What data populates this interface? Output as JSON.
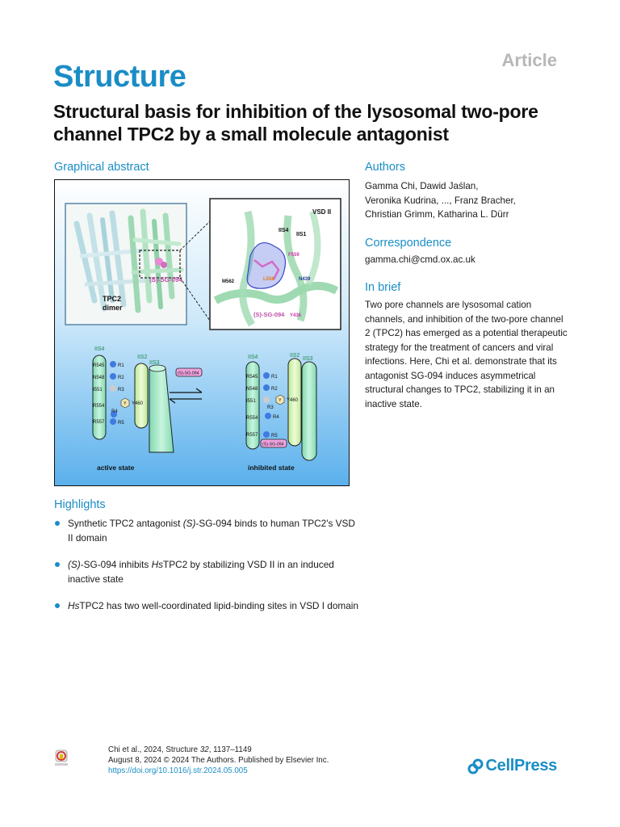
{
  "header": {
    "article_tag": "Article",
    "journal": "Structure",
    "title": "Structural basis for inhibition of the lysosomal two-pore channel TPC2 by a small molecule antagonist"
  },
  "graphical_abstract": {
    "heading": "Graphical abstract",
    "vsd_label": "VSD II",
    "iis4_top": "IIS4",
    "iis1_top": "IIS1",
    "f559": "F559",
    "n439": "N439",
    "m562": "M562",
    "y436": "Y436",
    "l558": "L558",
    "ligand_zoom": "(S)-SG-094",
    "ligand_dimer": "(S)-SG-094",
    "dimer_label_1": "TPC2",
    "dimer_label_2": "dimer",
    "active": {
      "iis4": "IIS4",
      "iis2": "IIS2",
      "iis3": "IIS3",
      "residues": [
        "R545",
        "N548",
        "I551",
        "R554",
        "R557"
      ],
      "rlabels": [
        "R1",
        "R2",
        "R3",
        "R4",
        "R5"
      ],
      "y": "Y",
      "y460": "Y460",
      "state": "active state"
    },
    "ligand_mid": "(S)-SG-094",
    "inhibited": {
      "iis4": "IIS4",
      "iis2": "IIS2",
      "iis3": "IIS3",
      "residues": [
        "R545",
        "N548",
        "I551",
        "R554",
        "R557"
      ],
      "rlabels": [
        "R1",
        "R2",
        "R3",
        "R4",
        "R5"
      ],
      "y": "Y",
      "y460": "Y460",
      "ligand": "(S)-SG-094",
      "state": "inhibited state"
    }
  },
  "authors": {
    "heading": "Authors",
    "line1": "Gamma Chi, Dawid Jaślan,",
    "line2": "Veronika Kudrina, ..., Franz Bracher,",
    "line3": "Christian Grimm, Katharina L. Dürr"
  },
  "correspondence": {
    "heading": "Correspondence",
    "email": "gamma.chi@cmd.ox.ac.uk"
  },
  "in_brief": {
    "heading": "In brief",
    "text": "Two pore channels are lysosomal cation channels, and inhibition of the two-pore channel 2 (TPC2) has emerged as a potential therapeutic strategy for the treatment of cancers and viral infections. Here, Chi et al. demonstrate that its antagonist SG-094 induces asymmetrical structural changes to TPC2, stabilizing it in an inactive state."
  },
  "highlights": {
    "heading": "Highlights",
    "items": [
      {
        "pre": "Synthetic TPC2 antagonist ",
        "em": "(S)",
        "post": "-SG-094 binds to human TPC2's VSD II domain"
      },
      {
        "pre": "",
        "em": "(S)",
        "post": "-SG-094 inhibits ",
        "em2": "Hs",
        "post2": "TPC2 by stabilizing VSD II in an induced inactive state"
      },
      {
        "pre": "",
        "em": "Hs",
        "post": "TPC2 has two well-coordinated lipid-binding sites in VSD I domain"
      }
    ]
  },
  "footer": {
    "cite_authors": "Chi et al., 2024, Structure ",
    "cite_volume": "32",
    "cite_pages": ", 1137–1149",
    "cite_line2": "August 8, 2024 © 2024 The Authors. Published by Elsevier Inc.",
    "doi": "https://doi.org/10.1016/j.str.2024.05.005",
    "publisher": "CellPress"
  },
  "colors": {
    "accent": "#1a8dc6",
    "ligand_pink": "#e98bd3",
    "helix_green": "#a8e6c2",
    "helix_yellow": "#d9f5b3"
  }
}
